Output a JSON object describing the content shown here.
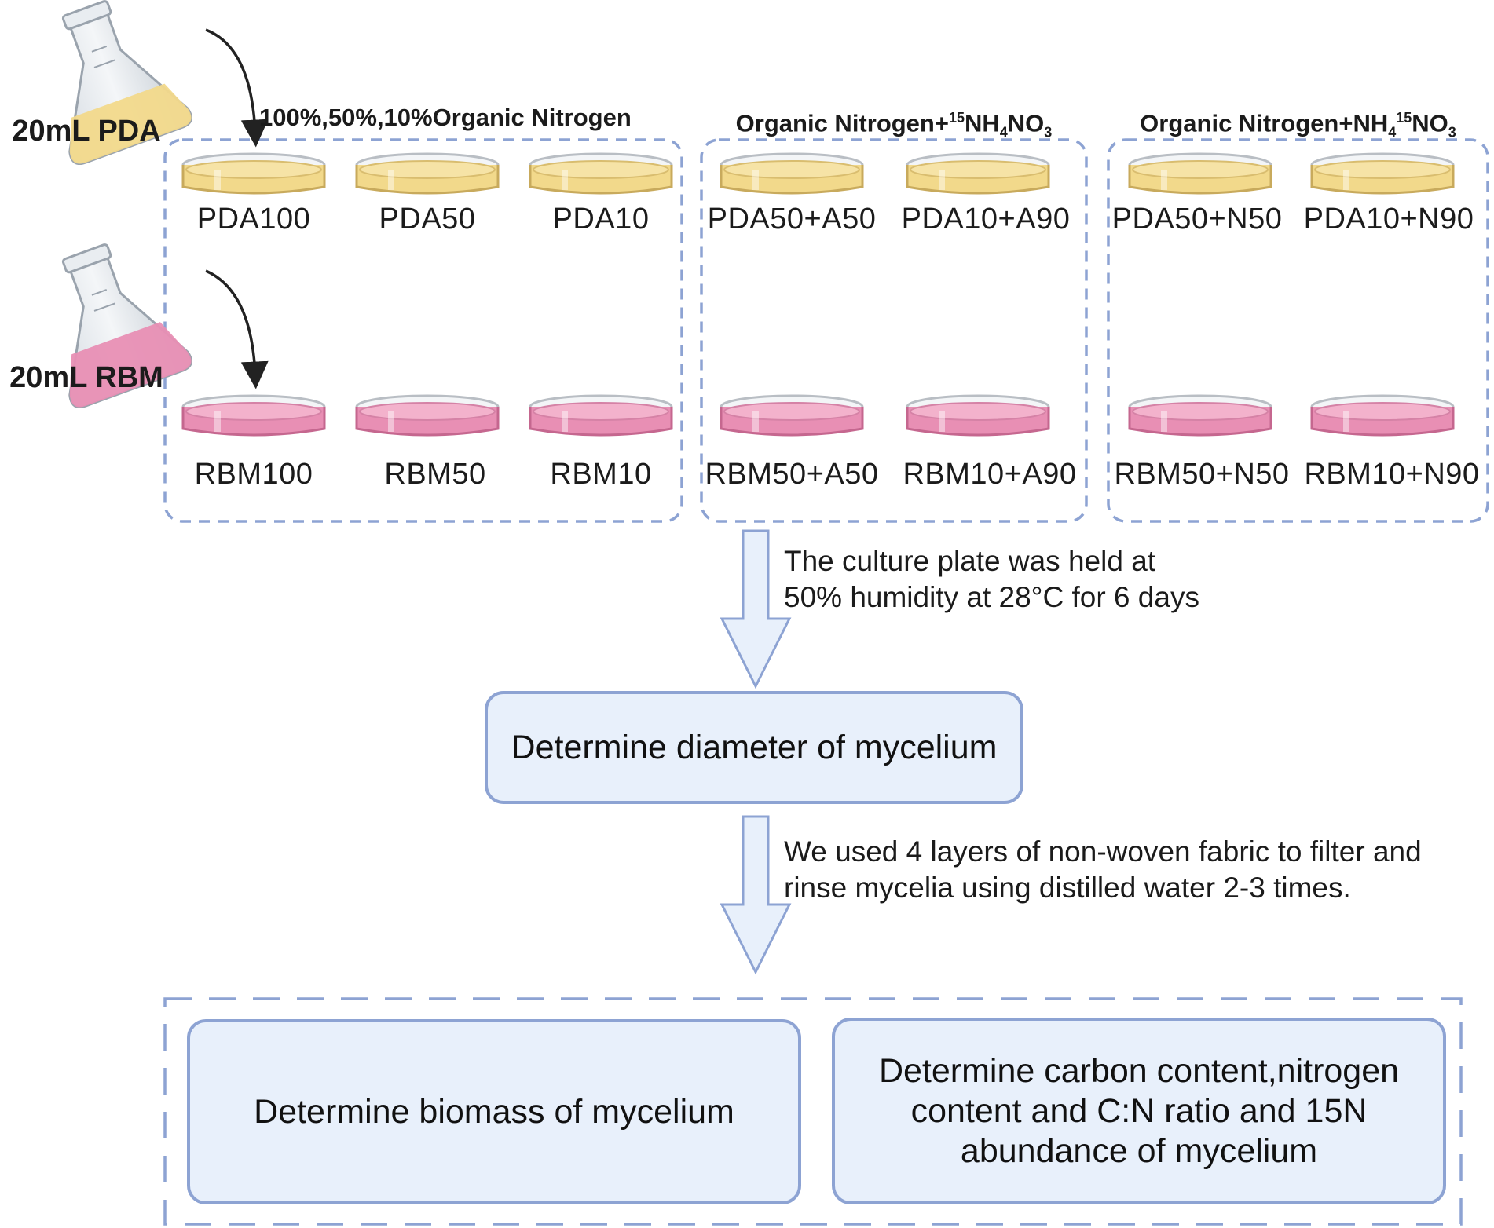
{
  "flasks": {
    "pda": {
      "label": "20mL PDA",
      "color": "#f2d98b"
    },
    "rbm": {
      "label": "20mL RBM",
      "color": "#e88fb4"
    }
  },
  "groups": [
    {
      "title": "100%,50%,10%Organic Nitrogen"
    },
    {
      "title_parts": {
        "prefix": "Organic Nitrogen+",
        "sup1": "15",
        "mid1": "NH",
        "sub1": "4",
        "sup2": "",
        "mid2": "NO",
        "sub2": "3"
      }
    },
    {
      "title_parts": {
        "prefix": "Organic Nitrogen+",
        "sup1": "",
        "mid1": "NH",
        "sub1": "4",
        "sup2": "15",
        "mid2": "NO",
        "sub2": "3"
      }
    }
  ],
  "plates": {
    "pda": [
      "PDA100",
      "PDA50",
      "PDA10",
      "PDA50+A50",
      "PDA10+A90",
      "PDA50+N50",
      "PDA10+N90"
    ],
    "rbm": [
      "RBM100",
      "RBM50",
      "RBM10",
      "RBM50+A50",
      "RBM10+A90",
      "RBM50+N50",
      "RBM10+N90"
    ]
  },
  "steps": {
    "incubation_note": [
      "The culture plate  was  held  at",
      "50%  humidity  at  28°C  for  6  days"
    ],
    "diameter": "Determine diameter of mycelium",
    "filter_note": [
      "We used 4 layers of non-woven fabric to filter and",
      "rinse mycelia using distilled water 2-3 times."
    ],
    "biomass": "Determine biomass of mycelium",
    "content": "Determine carbon content,nitrogen content and C:N ratio and 15N abundance  of mycelium"
  },
  "colors": {
    "pda_medium": "#f2d98b",
    "rbm_medium": "#e88fb4",
    "dashed_border": "#8da3d3",
    "box_fill": "#e8f0fb",
    "arrow_fill": "#e8f0fb"
  }
}
